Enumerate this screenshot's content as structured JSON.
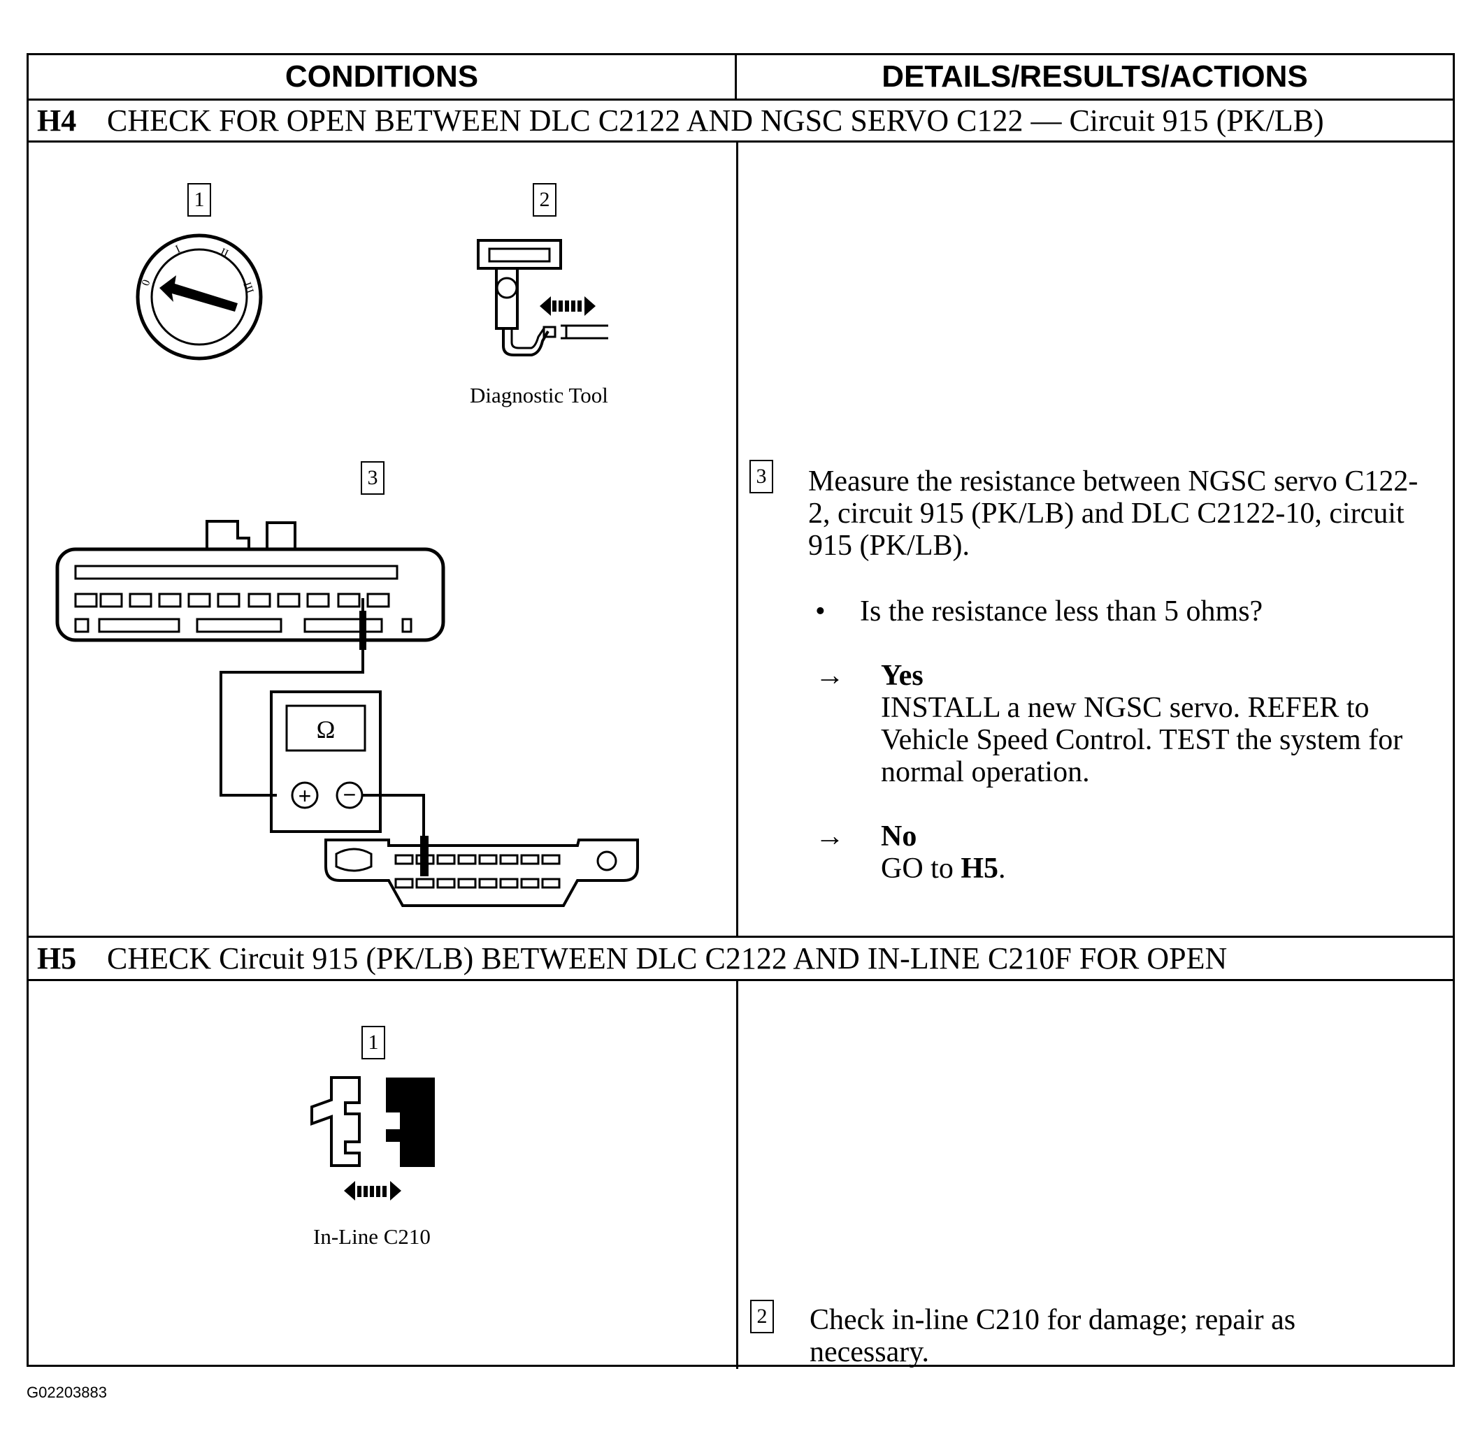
{
  "header": {
    "conditions": "CONDITIONS",
    "details": "DETAILS/RESULTS/ACTIONS"
  },
  "h4": {
    "id": "H4",
    "title": "CHECK FOR OPEN BETWEEN DLC C2122 AND NGSC SERVO C122 — Circuit 915 (PK/LB)",
    "step1_num": "1",
    "step2_num": "2",
    "step3_num": "3",
    "step2_caption": "Diagnostic Tool",
    "ohm_symbol": "Ω",
    "plus_symbol": "+",
    "minus_symbol": "−",
    "detail_num": "3",
    "detail_text": "Measure the resistance between NGSC servo C122-2, circuit 915 (PK/LB) and DLC C2122-10, circuit 915 (PK/LB).",
    "bullet_symbol": "•",
    "question": "Is the resistance less than 5 ohms?",
    "arrow_symbol": "→",
    "yes_label": "Yes",
    "yes_action": "INSTALL a new NGSC servo.  REFER to Vehicle Speed Control.  TEST the system for normal operation.",
    "no_label": "No",
    "no_action_prefix": "GO to ",
    "no_action_target": "H5",
    "no_action_suffix": "."
  },
  "h5": {
    "id": "H5",
    "title": "CHECK Circuit 915 (PK/LB) BETWEEN DLC C2122 AND IN-LINE C210F FOR OPEN",
    "step1_num": "1",
    "step1_caption": "In-Line C210",
    "detail_num": "2",
    "detail_text": "Check in-line C210 for damage; repair as necessary."
  },
  "figure_id": "G02203883"
}
